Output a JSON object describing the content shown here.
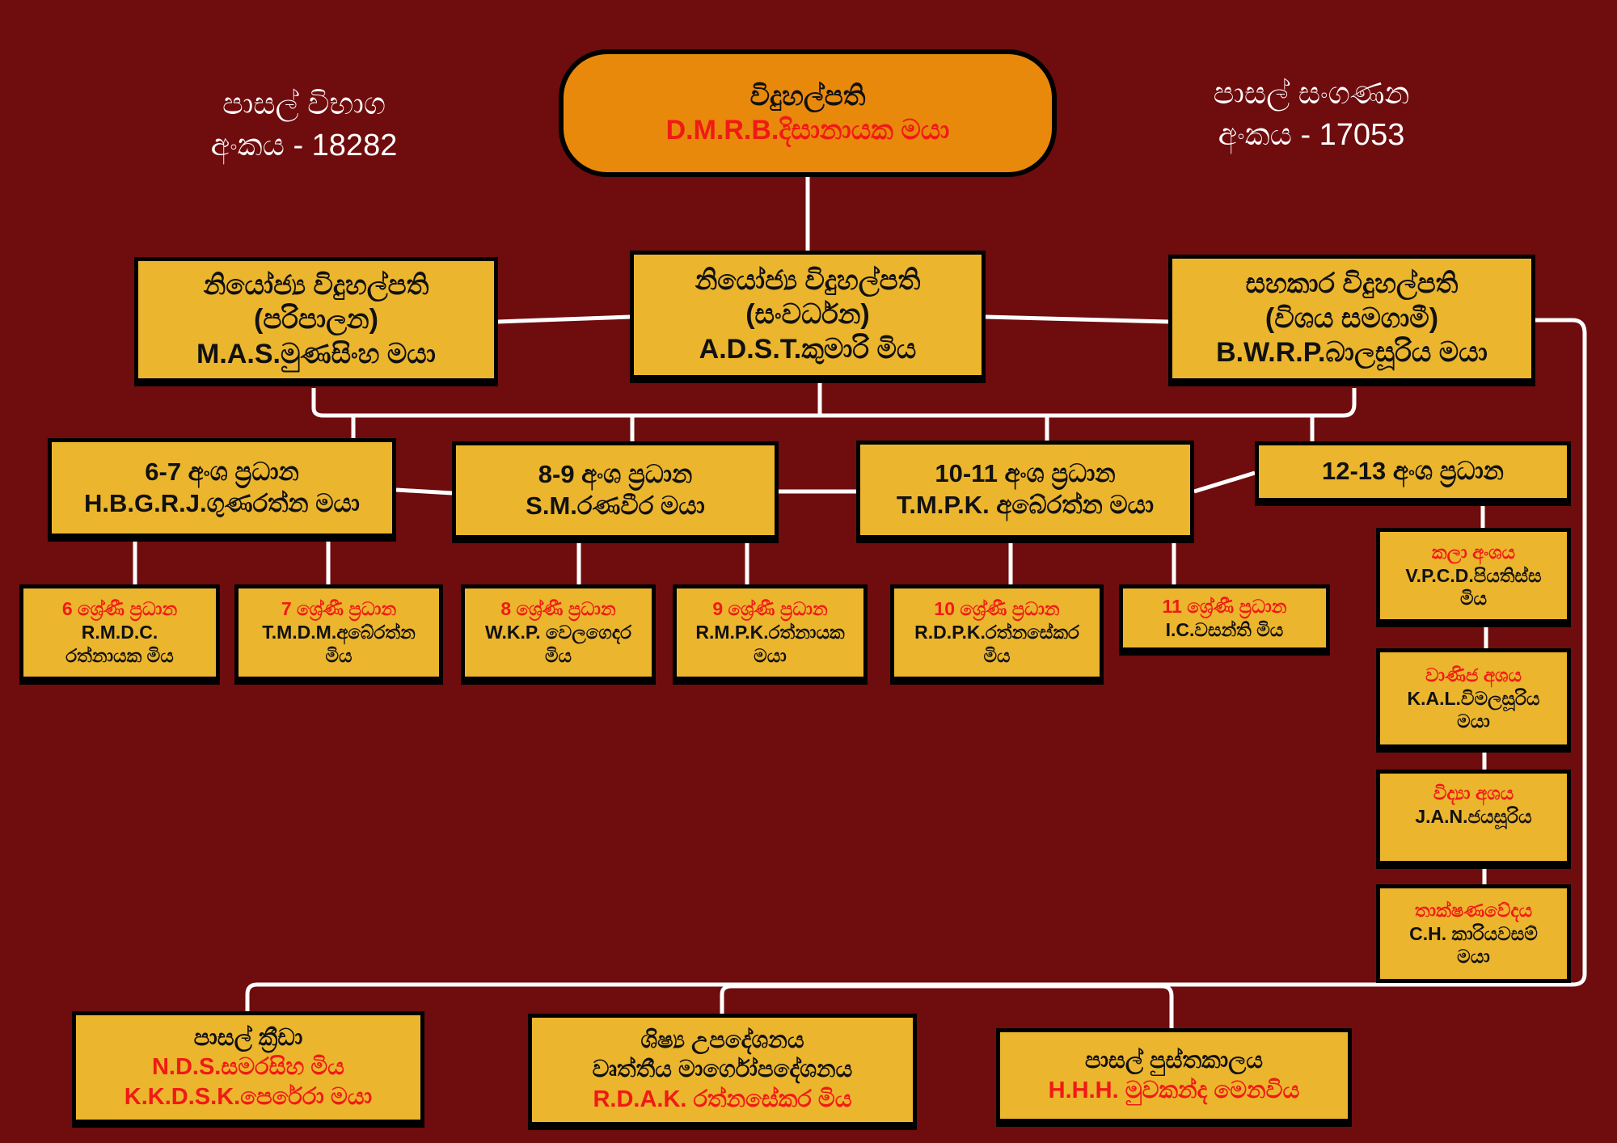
{
  "labels": {
    "left": {
      "line1": "පාසල් විභාග",
      "line2": "අංකය - 18282"
    },
    "right": {
      "line1": "පාසල් සංගණන",
      "line2": "අංකය - 17053"
    }
  },
  "principal": {
    "title": "විදුහල්පති",
    "name": "D.M.R.B.දිසානායක මයා"
  },
  "deputies": [
    {
      "title": "නියෝජ්‍ය විදුහල්පති",
      "sub": "(පරිපාලන)",
      "name": "M.A.S.මුණසිංහ මයා"
    },
    {
      "title": "නියෝජ්‍ය විදුහල්පති",
      "sub": "(සංවර්ධන)",
      "name": "A.D.S.T.කුමාරි මිය"
    },
    {
      "title": "සහකාර විදුහල්පති",
      "sub": "(විශය සමගාමී)",
      "name": "B.W.R.P.බාලසූරිය මයා"
    }
  ],
  "sections": [
    {
      "title": "6-7 අංශ ප්‍රධාන",
      "name": "H.B.G.R.J.ගුණරත්න මයා"
    },
    {
      "title": "8-9 අංශ ප්‍රධාන",
      "name": "S.M.රණවීර මයා"
    },
    {
      "title": "10-11 අංශ ප්‍රධාන",
      "name": "T.M.P.K. අබේරත්න මයා"
    },
    {
      "title": "12-13 අංශ ප්‍රධාන"
    }
  ],
  "grades": [
    {
      "title": "6 ශ්‍රේණී ප්‍රධාන",
      "name1": "R.M.D.C.",
      "name2": "රත්නායක මිය"
    },
    {
      "title": "7 ශ්‍රේණී ප්‍රධාන",
      "name1": "T.M.D.M.අබේරත්න",
      "name2": "මිය"
    },
    {
      "title": "8 ශ්‍රේණී ප්‍රධාන",
      "name1": "W.K.P. වෙලගෙදර",
      "name2": "මිය"
    },
    {
      "title": "9 ශ්‍රේණී ප්‍රධාන",
      "name1": "R.M.P.K.රත්නායක",
      "name2": "මයා"
    },
    {
      "title": "10 ශ්‍රේණී ප්‍රධාන",
      "name1": "R.D.P.K.රත්නසේකර",
      "name2": "මිය"
    },
    {
      "title": "11 ශ්‍රේණී ප්‍රධාන",
      "name1": "I.C.වසන්ති මිය",
      "name2": ""
    }
  ],
  "streams": [
    {
      "title": "කලා අංශය",
      "name1": "V.P.C.D.පියතිස්ස",
      "name2": "මිය"
    },
    {
      "title": "වාණිජ අශය",
      "name1": "K.A.L.විමලසූරිය",
      "name2": "මයා"
    },
    {
      "title": "විද්‍යා අශය",
      "name1": "J.A.N.ජයසූරිය",
      "name2": ""
    },
    {
      "title": "තාක්ෂණවේදය",
      "name1": "C.H. කාරියවසම්",
      "name2": "මයා"
    }
  ],
  "units": [
    {
      "title": "පාසල් ක්‍රීඩා",
      "name1": "N.D.S.සමරසිහ මිය",
      "name2": "K.K.D.S.K.පෙරේරා මයා"
    },
    {
      "title": "ශිෂ්‍ය උපදේශනය",
      "title2": "වෘත්තීය මාර්ගෝපදේශනය",
      "name1": "R.D.A.K. රත්නසේකර මිය"
    },
    {
      "title": "පාසල් පුස්තකාලය",
      "name1": "H.H.H. මුවකන්ද මෙනවිය"
    }
  ],
  "colors": {
    "background": "#6f0c0e",
    "box": "#ebb52e",
    "principal": "#e8890c",
    "accent": "#f01a14"
  }
}
